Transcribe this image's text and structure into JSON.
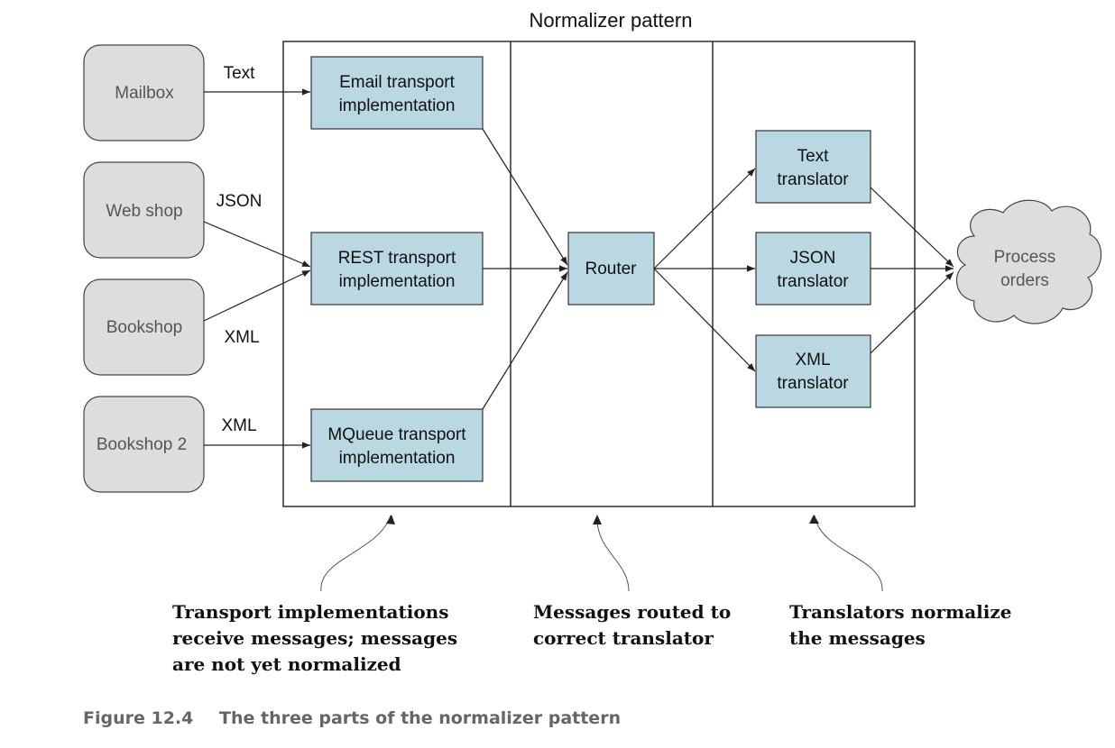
{
  "title": "Normalizer pattern",
  "sources": {
    "mailbox": "Mailbox",
    "web_shop": "Web shop",
    "bookshop": "Bookshop",
    "bookshop2": "Bookshop 2"
  },
  "formats": {
    "mailbox": "Text",
    "web_shop": "JSON",
    "bookshop": "XML",
    "bookshop2": "XML"
  },
  "transports": {
    "email": [
      "Email transport",
      "implementation"
    ],
    "rest": [
      "REST transport",
      "implementation"
    ],
    "mqueue": [
      "MQueue transport",
      "implementation"
    ]
  },
  "router": "Router",
  "translators": {
    "text": [
      "Text",
      "translator"
    ],
    "json": [
      "JSON",
      "translator"
    ],
    "xml": [
      "XML",
      "translator"
    ]
  },
  "destination": [
    "Process",
    "orders"
  ],
  "annotations": {
    "transport": [
      "Transport implementations",
      "receive messages; messages",
      "are not yet normalized"
    ],
    "router": [
      "Messages routed to",
      "correct translator"
    ],
    "translators": [
      "Translators normalize",
      "the messages"
    ]
  },
  "caption": {
    "label": "Figure 12.4",
    "text": "The three parts of the normalizer pattern"
  }
}
